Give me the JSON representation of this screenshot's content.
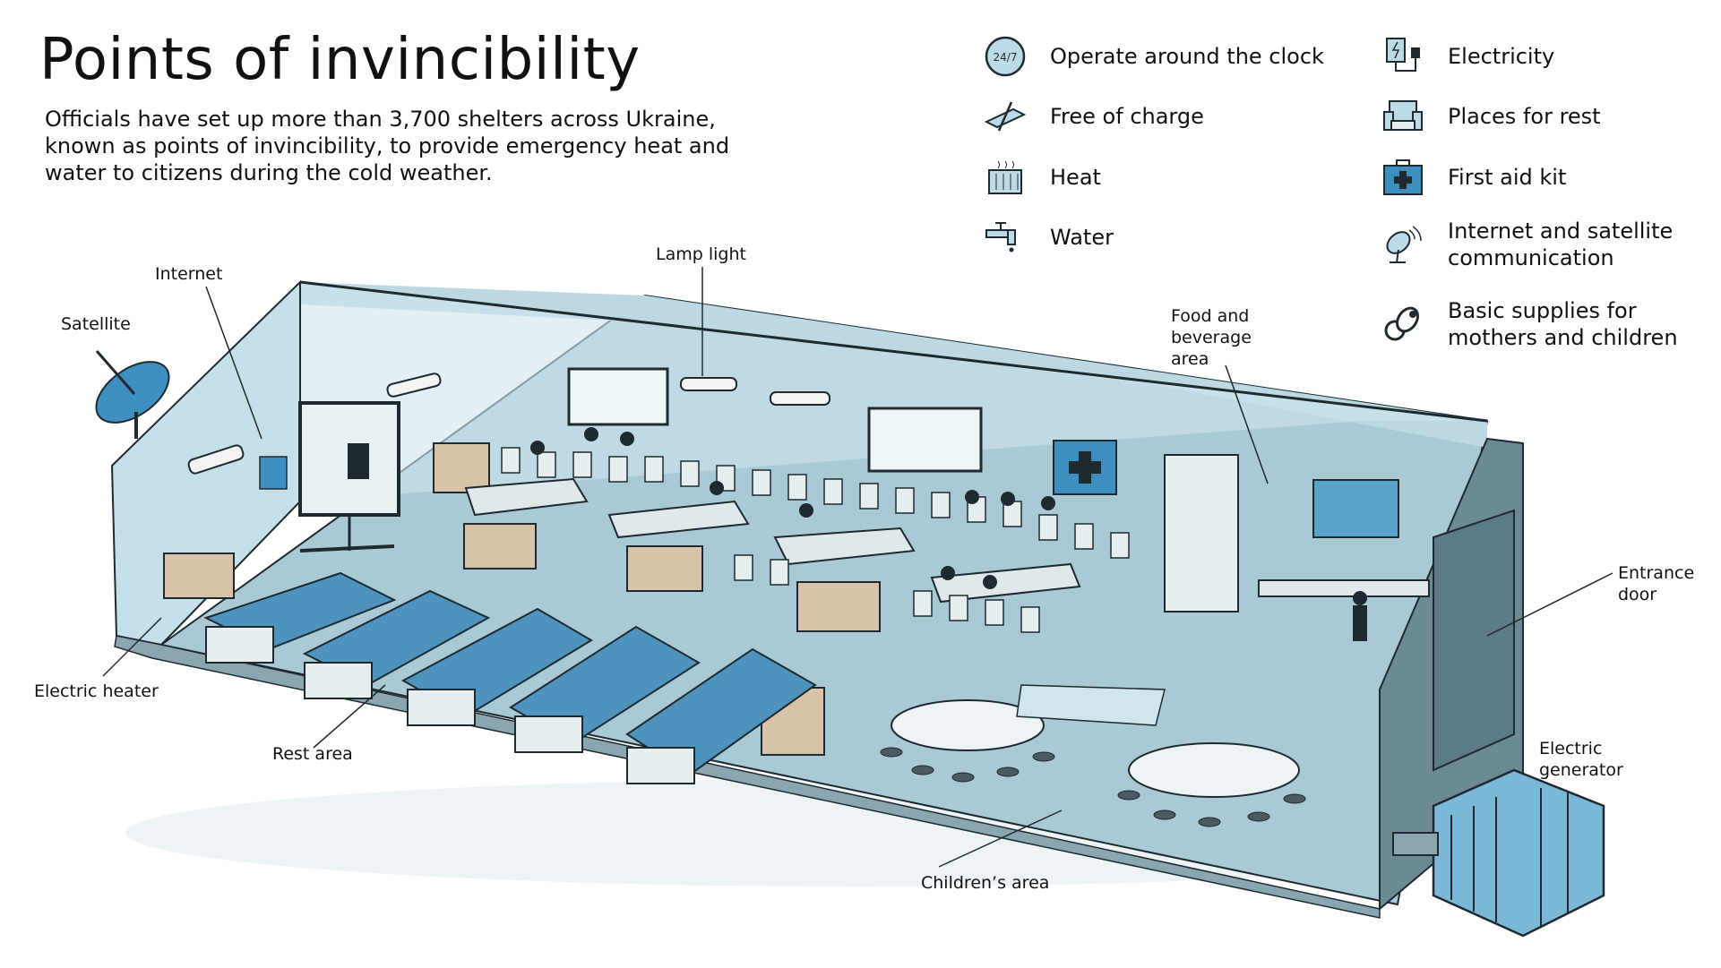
{
  "title": "Points of invincibility",
  "intro": "Officials have set up more than 3,700 shelters across Ukraine, known as points of invincibility, to provide emergency heat and water to citizens during the cold weather.",
  "legend": {
    "clock": {
      "label": "Operate around the clock",
      "icon": "clock-24-7-icon"
    },
    "free": {
      "label": "Free of charge",
      "icon": "crossed-money-icon"
    },
    "heat": {
      "label": "Heat",
      "icon": "radiator-icon"
    },
    "water": {
      "label": "Water",
      "icon": "water-tap-icon"
    },
    "electricity": {
      "label": "Electricity",
      "icon": "power-plug-icon"
    },
    "rest": {
      "label": "Places for rest",
      "icon": "armchair-icon"
    },
    "firstaid": {
      "label": "First aid kit",
      "icon": "first-aid-kit-icon"
    },
    "internet": {
      "label": "Internet and satellite\ncommunication",
      "icon": "satellite-dish-icon"
    },
    "supplies": {
      "label": "Basic supplies for\nmothers and children",
      "icon": "pacifier-icon"
    }
  },
  "callouts": {
    "satellite": "Satellite",
    "internet": "Internet",
    "lamp": "Lamp light",
    "food": "Food and\nbeverage\narea",
    "door": "Entrance\ndoor",
    "generator": "Electric\ngenerator",
    "heater": "Electric heater",
    "rest": "Rest area",
    "children": "Children’s area"
  },
  "colors": {
    "wall": "#cfe6ee",
    "floor": "#a9c9d4",
    "accent": "#3e8fbf",
    "ink": "#1e2a30",
    "shadow": "#6b8f9c"
  }
}
